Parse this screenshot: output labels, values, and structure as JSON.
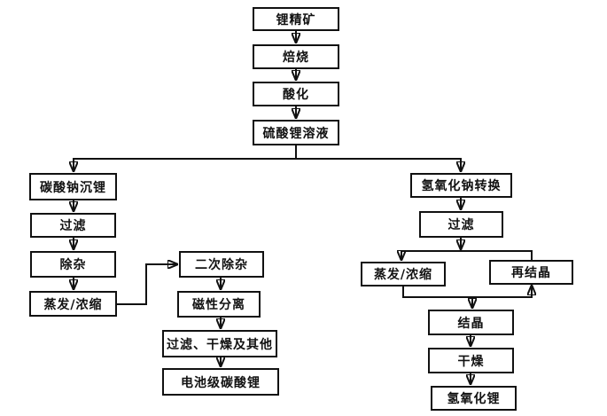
{
  "diagram": {
    "type": "flowchart",
    "background_color": "#ffffff",
    "line_color": "#111111",
    "box_fill_color": "#ffffff",
    "box_border_color": "#111111",
    "nodes": [
      {
        "id": "lithium-concentrate",
        "label": "锂精矿"
      },
      {
        "id": "roasting",
        "label": "焙烧"
      },
      {
        "id": "acidification",
        "label": "酸化"
      },
      {
        "id": "lithium-sulfate-solution",
        "label": "硫酸锂溶液"
      },
      {
        "id": "sodium-carbonate-precipitation",
        "label": "碳酸钠沉锂"
      },
      {
        "id": "filtration-left",
        "label": "过滤"
      },
      {
        "id": "impurity-removal",
        "label": "除杂"
      },
      {
        "id": "evaporation-concentration-left",
        "label": "蒸发/浓缩"
      },
      {
        "id": "secondary-impurity-removal",
        "label": "二次除杂"
      },
      {
        "id": "magnetic-separation",
        "label": "磁性分离"
      },
      {
        "id": "filtration-drying-others",
        "label": "过滤、干燥及其他"
      },
      {
        "id": "battery-grade-lithium-carbonate",
        "label": "电池级碳酸锂"
      },
      {
        "id": "sodium-hydroxide-conversion",
        "label": "氢氧化钠转换"
      },
      {
        "id": "filtration-right",
        "label": "过滤"
      },
      {
        "id": "evaporation-concentration-right",
        "label": "蒸发/浓缩"
      },
      {
        "id": "recrystallization",
        "label": "再结晶"
      },
      {
        "id": "crystallization",
        "label": "结晶"
      },
      {
        "id": "drying",
        "label": "干燥"
      },
      {
        "id": "lithium-hydroxide",
        "label": "氢氧化锂"
      }
    ],
    "edges": [
      {
        "from": "lithium-concentrate",
        "to": "roasting",
        "arrowhead": true
      },
      {
        "from": "roasting",
        "to": "acidification",
        "arrowhead": true
      },
      {
        "from": "acidification",
        "to": "lithium-sulfate-solution",
        "arrowhead": true
      },
      {
        "from": "lithium-sulfate-solution",
        "to": "sodium-carbonate-precipitation",
        "arrowhead": true
      },
      {
        "from": "lithium-sulfate-solution",
        "to": "sodium-hydroxide-conversion",
        "arrowhead": true
      },
      {
        "from": "sodium-carbonate-precipitation",
        "to": "filtration-left",
        "arrowhead": true
      },
      {
        "from": "filtration-left",
        "to": "impurity-removal",
        "arrowhead": true
      },
      {
        "from": "impurity-removal",
        "to": "evaporation-concentration-left",
        "arrowhead": true
      },
      {
        "from": "evaporation-concentration-left",
        "to": "secondary-impurity-removal",
        "arrowhead": true
      },
      {
        "from": "secondary-impurity-removal",
        "to": "magnetic-separation",
        "arrowhead": true
      },
      {
        "from": "magnetic-separation",
        "to": "filtration-drying-others",
        "arrowhead": true
      },
      {
        "from": "filtration-drying-others",
        "to": "battery-grade-lithium-carbonate",
        "arrowhead": true
      },
      {
        "from": "sodium-hydroxide-conversion",
        "to": "filtration-right",
        "arrowhead": true
      },
      {
        "from": "filtration-right",
        "to": "evaporation-concentration-right",
        "arrowhead": true
      },
      {
        "from": "recrystallization",
        "to": "filtration-right",
        "arrowhead": false
      },
      {
        "from": "evaporation-concentration-right",
        "to": "crystallization",
        "arrowhead": true
      },
      {
        "from": "evaporation-concentration-right",
        "to": "recrystallization",
        "arrowhead": true
      },
      {
        "from": "crystallization",
        "to": "drying",
        "arrowhead": true
      },
      {
        "from": "drying",
        "to": "lithium-hydroxide",
        "arrowhead": true
      }
    ]
  }
}
